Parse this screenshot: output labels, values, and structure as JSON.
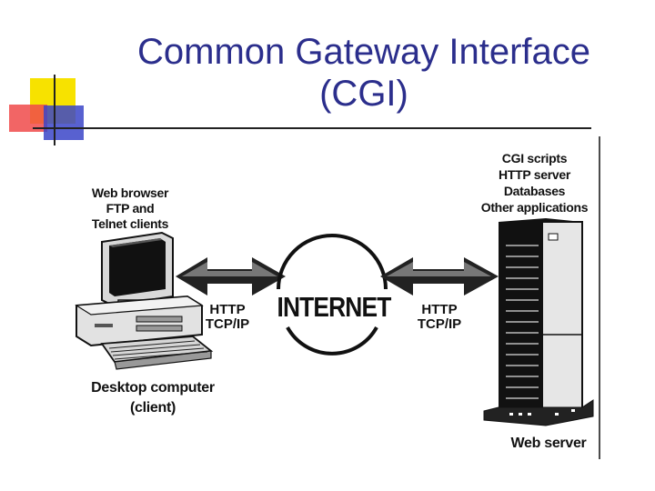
{
  "slide": {
    "title_line1": "Common Gateway Interface",
    "title_line2": "(CGI)"
  },
  "client": {
    "labels": [
      "Web browser",
      "FTP and",
      "Telnet clients"
    ],
    "caption_line1": "Desktop computer",
    "caption_line2": "(client)"
  },
  "left_link": {
    "line1": "HTTP",
    "line2": "TCP/IP"
  },
  "internet": {
    "label": "INTERNET"
  },
  "right_link": {
    "line1": "HTTP",
    "line2": "TCP/IP"
  },
  "server": {
    "labels": [
      "CGI scripts",
      "HTTP server",
      "Databases",
      "Other applications"
    ],
    "caption": "Web server"
  },
  "colors": {
    "title": "#2b2e8c",
    "deco_yellow": "#f7e200",
    "deco_red": "#f04a4a",
    "deco_blue": "#3b45c8"
  }
}
